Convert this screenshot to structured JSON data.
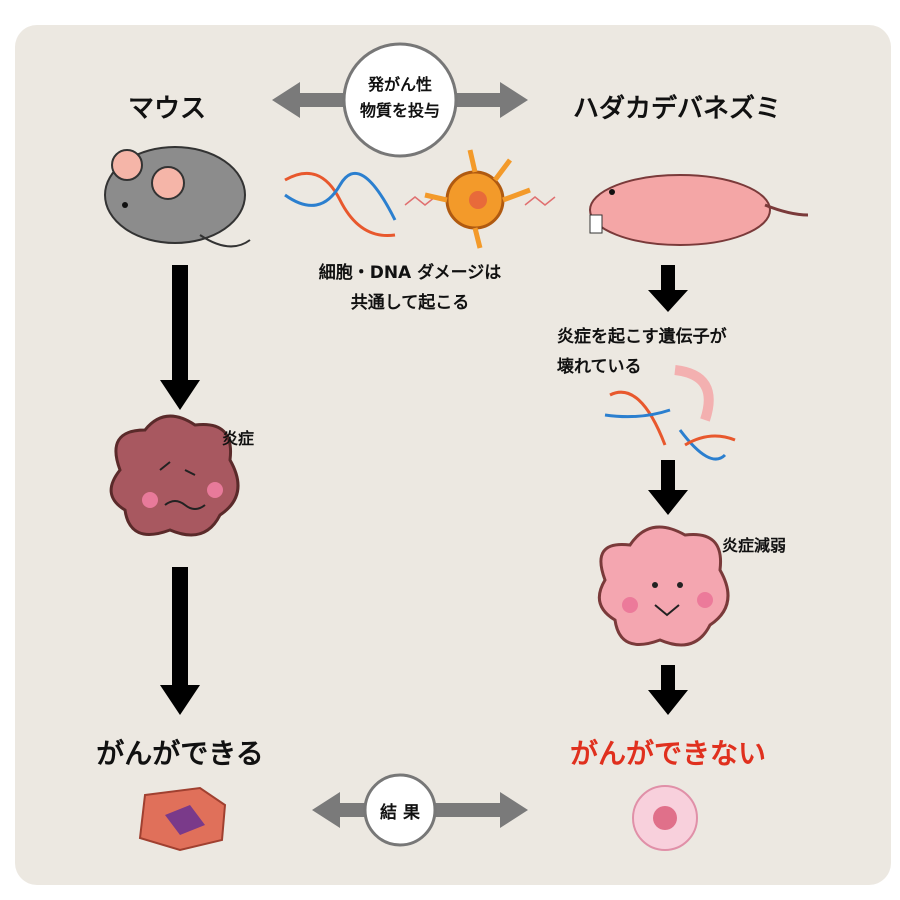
{
  "left_title": "マウス",
  "right_title": "ハダカデバネズミ",
  "top_circle": {
    "line1": "発がん性",
    "line2": "物質を投与"
  },
  "shared_caption": {
    "line1": "細胞・DNA ダメージは",
    "line2": "共通して起こる"
  },
  "right_step1": {
    "line1": "炎症を起こす遺伝子が",
    "line2": "壊れている"
  },
  "left_inflammation_label": "炎症",
  "right_inflammation_label": "炎症減弱",
  "left_result": "がんができる",
  "right_result": "がんができない",
  "bottom_circle": "結 果",
  "colors": {
    "background": "#ece8e1",
    "result_red": "#e0301e",
    "arrow_gray": "#7a7a7a"
  }
}
